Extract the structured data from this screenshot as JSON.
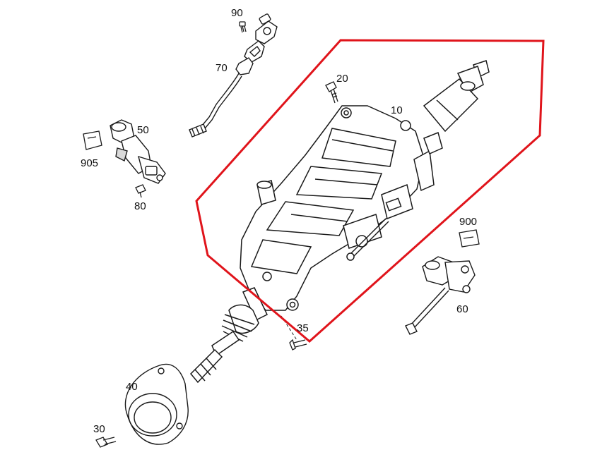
{
  "colors": {
    "outline": "#1a1a1a",
    "highlight": "#e0141b",
    "fill": "#ffffff",
    "shade": "#d9d9d9"
  },
  "callouts": {
    "p10": "10",
    "p20": "20",
    "p30": "30",
    "p35": "35",
    "p40": "40",
    "p50": "50",
    "p60": "60",
    "p70": "70",
    "p80": "80",
    "p90": "90",
    "p900": "900",
    "p905": "905"
  }
}
